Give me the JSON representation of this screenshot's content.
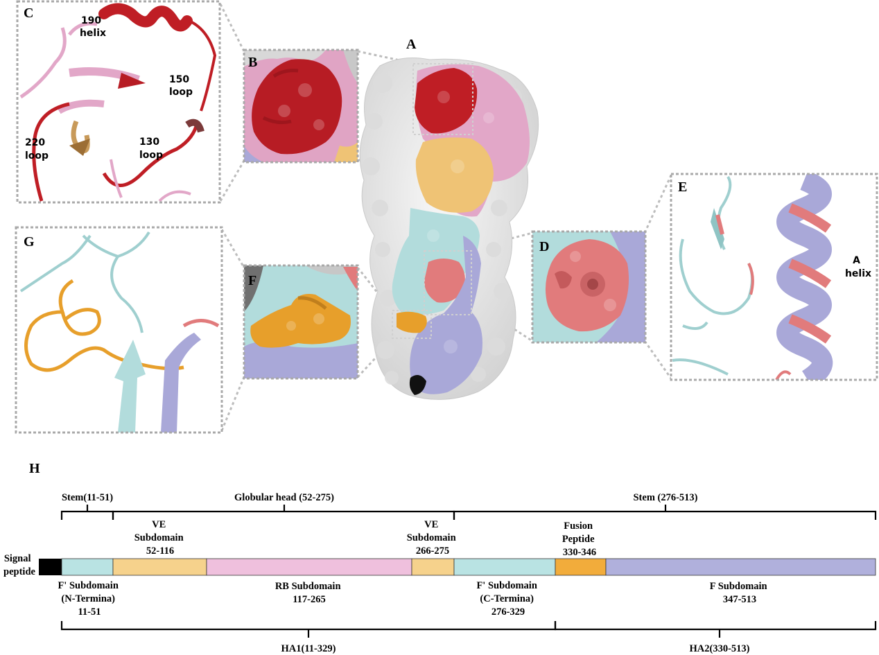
{
  "panels": {
    "a": "A",
    "b": "B",
    "c": "C",
    "d": "D",
    "e": "E",
    "f": "F",
    "g": "G",
    "h": "H"
  },
  "panel_c": {
    "helix_190": [
      "190",
      "helix"
    ],
    "loop_150": [
      "150",
      "loop"
    ],
    "loop_130": [
      "130",
      "loop"
    ],
    "loop_220": [
      "220",
      "loop"
    ]
  },
  "panel_e": {
    "a_helix": [
      "A",
      "helix"
    ]
  },
  "domain_map": {
    "top_labels": {
      "stem_n": "Stem(11-51)",
      "globular": "Globular head (52-275)",
      "stem_c": "Stem (276-513)"
    },
    "signal_peptide": [
      "Signal",
      "peptide"
    ],
    "above_bar": {
      "ve1": [
        "VE",
        "Subdomain",
        "52-116"
      ],
      "ve2": [
        "VE",
        "Subdomain",
        "266-275"
      ],
      "fusion": [
        "Fusion",
        "Peptide",
        "330-346"
      ]
    },
    "below_bar": {
      "f_n": [
        "F' Subdomain",
        "(N-Termina)",
        "11-51"
      ],
      "rb": [
        "RB Subdomain",
        "117-265"
      ],
      "f_c": [
        "F' Subdomain",
        "(C-Termina)",
        "276-329"
      ],
      "f": [
        "F Subdomain",
        "347-513"
      ]
    },
    "bottom_labels": {
      "ha1": "HA1(11-329)",
      "ha2": "HA2(330-513)"
    },
    "colors": {
      "signal": "#000000",
      "f_prime": "#b9e3e3",
      "ve": "#f6d28c",
      "rb": "#efc0dd",
      "fusion": "#f2ac3b",
      "f": "#b0b0dc"
    }
  },
  "protein_colors": {
    "white_surface": "#e9e9e9",
    "rb_site": "#bf1e25",
    "rb_pink": "#e2a7c8",
    "ve_gold": "#efc375",
    "f_cyan": "#b2dcdc",
    "salmon": "#e17b7c",
    "lavender": "#a9a8d8",
    "fusion_orange": "#e79f2b"
  }
}
